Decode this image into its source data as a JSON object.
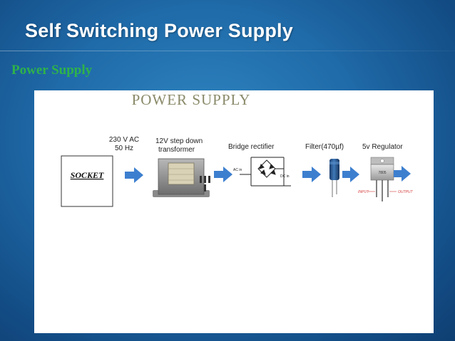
{
  "slide": {
    "title": "Self Switching Power Supply",
    "subtitle": "Power Supply"
  },
  "diagram": {
    "heading": "POWER SUPPLY",
    "blocks": {
      "socket": "SOCKET",
      "transformer_label_line1": "12V step down",
      "transformer_label_line2": "transformer",
      "rectifier_label": "Bridge rectifier",
      "rectifier_in": "AC in",
      "rectifier_out": "DC in",
      "filter_label": "Filter(470µf)",
      "regulator_label": "5v Regulator",
      "regulator_part": "7805",
      "regulator_input": "INPUT",
      "regulator_output": "OUTPUT"
    },
    "supply": {
      "voltage": "230 V AC",
      "frequency": "50 Hz"
    },
    "colors": {
      "arrow": "#3d7fcf",
      "heading": "#8a8a6a",
      "io_text": "#d43a3a"
    }
  }
}
